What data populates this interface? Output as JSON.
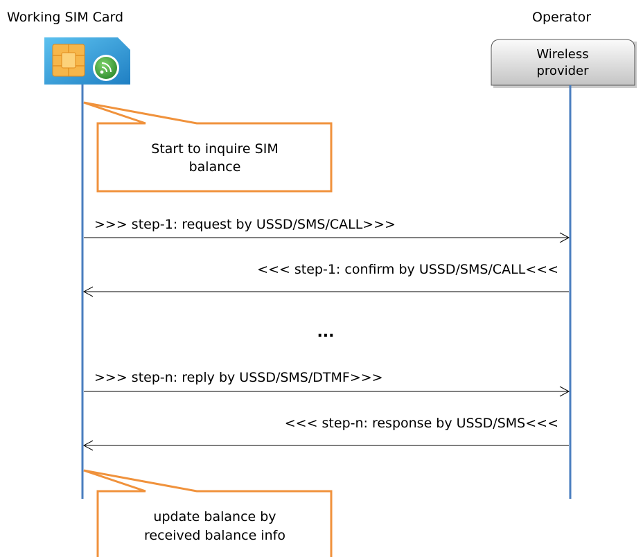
{
  "participants": {
    "left": {
      "title": "Working SIM Card",
      "icon": "sim-card-icon"
    },
    "right": {
      "title": "Operator",
      "box_line1": "Wireless",
      "box_line2": "provider"
    }
  },
  "notes": [
    {
      "line1": "Start to inquire SIM",
      "line2": "balance"
    },
    {
      "line1": "update balance by",
      "line2": "received balance info"
    }
  ],
  "messages": [
    {
      "label": "&gt;&gt;&gt; step-1: request by USSD/SMS/CALL&gt;&gt;&gt;",
      "direction": "right"
    },
    {
      "label": "&lt;&lt;&lt; step-1: confirm by USSD/SMS/CALL&lt;&lt;&lt;",
      "direction": "left"
    },
    {
      "label": "&gt;&gt;&gt; step-n: reply by USSD/SMS/DTMF&gt;&gt;&gt;",
      "direction": "right"
    },
    {
      "label": "&lt;&lt;&lt; step-n: response by USSD/SMS&lt;&lt;&lt;",
      "direction": "left"
    }
  ],
  "ellipsis": "...",
  "colors": {
    "lifeline": "#4a7ebf",
    "note_border": "#f0923c",
    "provider_box_top": "#f7f7f7",
    "provider_box_bottom": "#c8c8c8",
    "sim_blue": "#2f9ad6",
    "sim_chip": "#f5a623",
    "sim_signal": "#43a047"
  }
}
